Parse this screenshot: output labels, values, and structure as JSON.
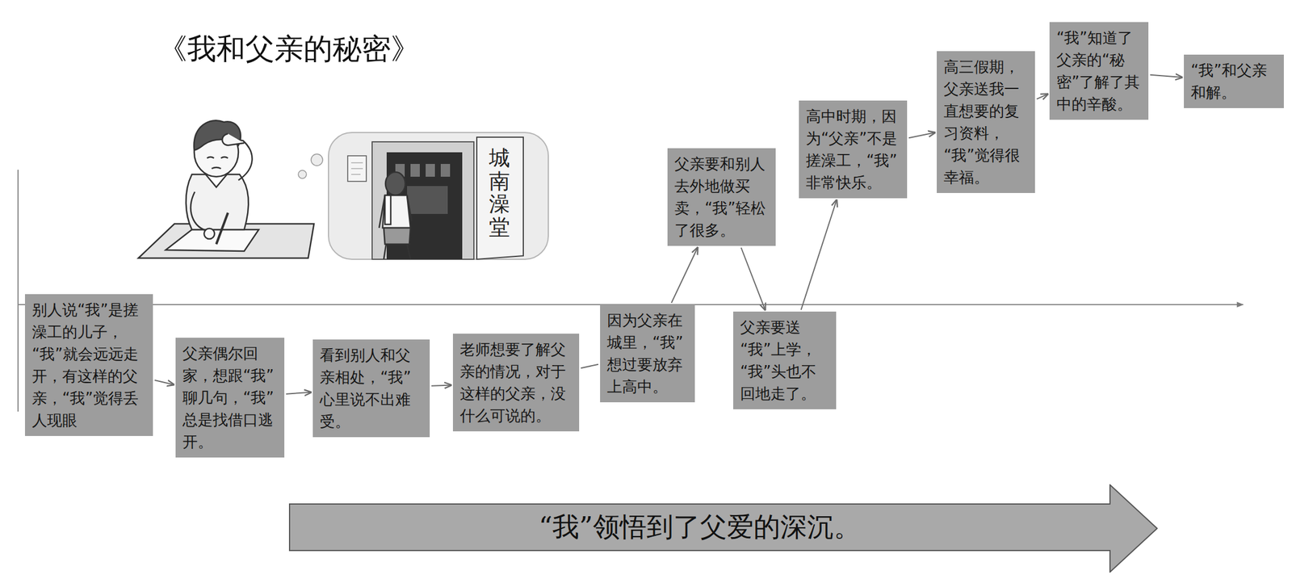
{
  "diagram": {
    "title": "《我和父亲的秘密》",
    "nodes": [
      {
        "text": [
          "别人说“我”是搓澡工的儿子，“我”就会远远走开，有这样的父亲，“我”觉得丢人现眼"
        ]
      },
      {
        "text": [
          "父亲偶尔回家，想跟“我”聊几句，“我”总是找借口逃开。"
        ]
      },
      {
        "text": [
          "看到别人和父亲相处，“我”心里说不出难受。"
        ]
      },
      {
        "text": [
          "老师想要了解父亲的情况，对于这样的父亲，没什么可说的。"
        ]
      },
      {
        "text": [
          "因为父亲在城里，“我”想过要放弃上高中。"
        ]
      },
      {
        "text": [
          "父亲要和别人去外地做买卖，“我”轻松了很多。"
        ]
      },
      {
        "text": [
          "父亲要送“我”上学，“我”头也不回地走了。"
        ]
      },
      {
        "text": [
          "高中时期，因为“父亲”不是搓澡工，“我”非常快乐。"
        ]
      },
      {
        "text": [
          "高三假期，父亲送我一直想要的复习资料，“我”觉得很幸福。"
        ]
      },
      {
        "text": [
          "“我”知道了父亲的“秘密”了解了其中的辛酸。"
        ]
      },
      {
        "text": [
          "“我”和父亲和解。"
        ]
      },
      {
        "text": [
          "“我”领悟到了父爱的深沉。"
        ]
      }
    ],
    "edges": [
      {
        "from": 0,
        "to": 1,
        "arrow": "to"
      },
      {
        "from": 1,
        "to": 2,
        "arrow": "to"
      },
      {
        "from": 2,
        "to": 3,
        "arrow": "to"
      },
      {
        "from": 3,
        "to": 4,
        "arrow": "none"
      },
      {
        "from": 4,
        "to": 5,
        "arrow": "to"
      },
      {
        "from": 5,
        "to": 6,
        "arrow": "to"
      },
      {
        "from": 6,
        "to": 7,
        "arrow": "to"
      },
      {
        "from": 7,
        "to": 8,
        "arrow": "to"
      },
      {
        "from": 8,
        "to": 9,
        "arrow": "to"
      },
      {
        "from": 9,
        "to": 10,
        "arrow": "to"
      }
    ],
    "labels": [
      "城南澡堂"
    ]
  }
}
